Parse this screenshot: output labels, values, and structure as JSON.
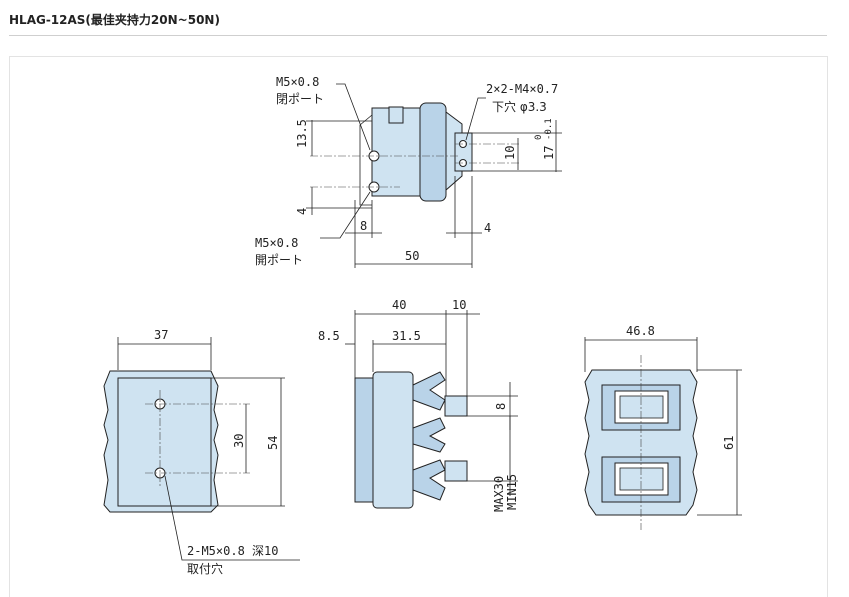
{
  "header": {
    "title": "HLAG-12AS(最佳夹持力20N~50N)"
  },
  "views": {
    "top": {
      "callout_close_port_thread": "M5×0.8",
      "callout_close_port_label": "閉ポート",
      "callout_mount_thread": "2×2-M4×0.7",
      "callout_mount_hole": "下穴 φ3.3",
      "callout_open_port_thread": "M5×0.8",
      "callout_open_port_label": "開ポート",
      "dim_13_5": "13.5",
      "dim_4_left": "4",
      "dim_8": "8",
      "dim_50": "50",
      "dim_4_right": "4",
      "dim_10": "10",
      "dim_17_main": "17",
      "dim_17_tol_upper": "0",
      "dim_17_tol_lower": "-0.1"
    },
    "front": {
      "dim_37": "37",
      "dim_30": "30",
      "dim_54": "54",
      "callout_thread": "2-M5×0.8 深10",
      "callout_label": "取付穴"
    },
    "side": {
      "dim_40": "40",
      "dim_10": "10",
      "dim_8_5": "8.5",
      "dim_31_5": "31.5",
      "dim_8": "8",
      "dim_max": "MAX30",
      "dim_min": "MIN15"
    },
    "end": {
      "dim_46_8": "46.8",
      "dim_61": "61"
    }
  }
}
